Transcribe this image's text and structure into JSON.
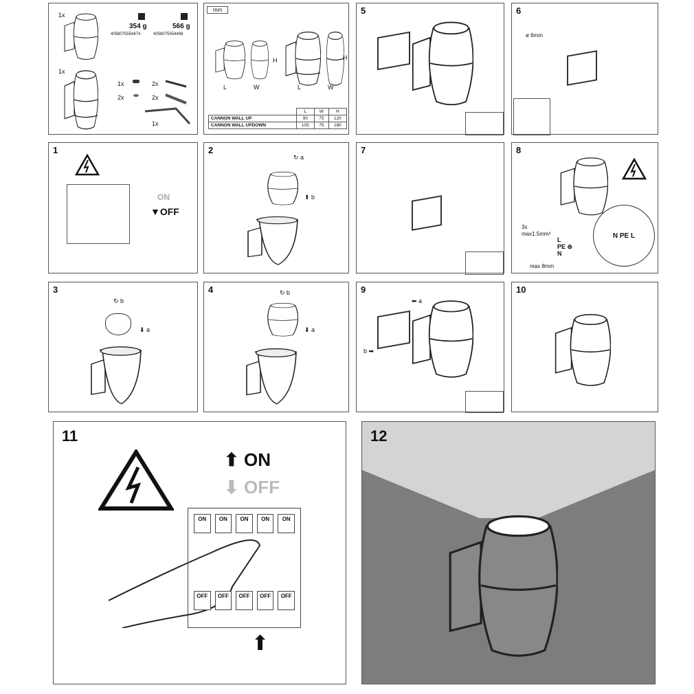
{
  "contents": {
    "qty1": "1x",
    "qty2": "1x",
    "weight1": "354 g",
    "weight2": "566 g",
    "ean1": "4058075554474",
    "ean2": "4058075554498",
    "parts": [
      {
        "qty": "1x"
      },
      {
        "qty": "2x"
      },
      {
        "qty": "2x"
      },
      {
        "qty": "2x"
      },
      {
        "qty": "1x"
      }
    ]
  },
  "dimensions": {
    "unit": "mm",
    "labels": [
      "L",
      "W",
      "H",
      "L",
      "W",
      "H"
    ],
    "table": {
      "headers": [
        "",
        "L",
        "W",
        "H"
      ],
      "rows": [
        [
          "CANNON WALL UP",
          "90",
          "75",
          "120"
        ],
        [
          "CANNON WALL UPDOWN",
          "105",
          "75",
          "180"
        ]
      ]
    }
  },
  "steps": {
    "s1": "1",
    "s2": "2",
    "s3": "3",
    "s4": "4",
    "s5": "5",
    "s6": "6",
    "s7": "7",
    "s8": "8",
    "s9": "9",
    "s10": "10",
    "s11": "11",
    "s12": "12"
  },
  "labels": {
    "on": "ON",
    "off": "OFF",
    "a": "a",
    "b": "b",
    "drill": "ø 6mm",
    "wires": "3x",
    "wire_size": "max1.5mm²",
    "strip": "max 8mm",
    "L": "L",
    "PE": "PE",
    "N": "N"
  },
  "switch_labels": [
    "ON",
    "ON",
    "ON",
    "ON",
    "ON",
    "OFF",
    "OFF",
    "OFF",
    "OFF",
    "OFF"
  ]
}
